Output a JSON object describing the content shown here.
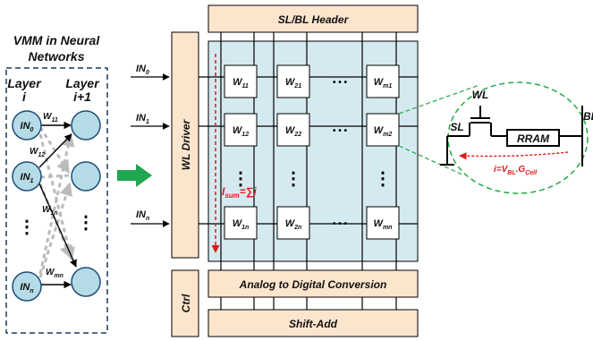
{
  "title": {
    "line1": "VMM in Neural",
    "line2": "Networks"
  },
  "layers": {
    "left_name": "Layer",
    "left_index": "i",
    "right_name": "Layer",
    "right_index": "i+1"
  },
  "nodes": {
    "in0": {
      "base": "IN",
      "sub": "0"
    },
    "in1": {
      "base": "IN",
      "sub": "1"
    },
    "inn": {
      "base": "IN",
      "sub": "n"
    }
  },
  "nn_weights": {
    "w11": {
      "base": "W",
      "sub": "11"
    },
    "w12": {
      "base": "W",
      "sub": "12"
    },
    "w1n": {
      "base": "W",
      "sub": "1n"
    },
    "wmn": {
      "base": "W",
      "sub": "mn"
    }
  },
  "vdots": "⋮",
  "hdots": "• • •",
  "blocks": {
    "sl_bl_header": "SL/BL Header",
    "wl_driver": "WL Driver",
    "ctrl": "Ctrl",
    "adc": "Analog to Digital Conversion",
    "shift_add": "Shift-Add"
  },
  "array_inputs": [
    {
      "base": "IN",
      "sub": "0"
    },
    {
      "base": "IN",
      "sub": "1"
    },
    {
      "base": "IN",
      "sub": "n"
    }
  ],
  "cells": {
    "row1": [
      {
        "base": "W",
        "sub": "11"
      },
      {
        "base": "W",
        "sub": "21"
      },
      {
        "base": "W",
        "sub": "m1"
      }
    ],
    "row2": [
      {
        "base": "W",
        "sub": "12"
      },
      {
        "base": "W",
        "sub": "22"
      },
      {
        "base": "W",
        "sub": "m2"
      }
    ],
    "rown": [
      {
        "base": "W",
        "sub": "1n"
      },
      {
        "base": "W",
        "sub": "2n"
      },
      {
        "base": "W",
        "sub": "mn"
      }
    ]
  },
  "isum": {
    "base": "I",
    "sub": "sum",
    "rest": "=∑i"
  },
  "cell_detail": {
    "wl": "WL",
    "sl": "SL",
    "bl": "BL",
    "rram": "RRAM",
    "eq_i": "i=V",
    "eq_bl": "BL",
    "eq_dot": ".G",
    "eq_cell": "Cell"
  },
  "colors": {
    "node_fill": "#b4dbe6",
    "array_fill": "#d5eaf0",
    "block_fill": "#fce5cd",
    "accent_red": "#e0191b",
    "accent_green": "#1fa650",
    "dash_blue": "#1f3864",
    "dash_green": "#22aa44"
  }
}
